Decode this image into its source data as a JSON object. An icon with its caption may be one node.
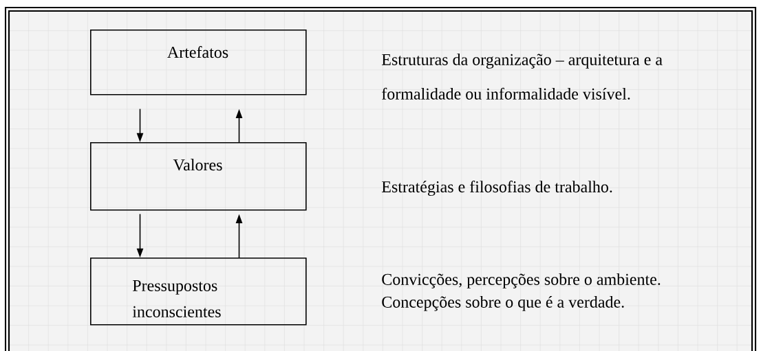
{
  "diagram": {
    "nodes": [
      {
        "text": [
          "Artefatos"
        ]
      },
      {
        "text": [
          "Valores"
        ]
      },
      {
        "text": [
          "Pressupostos inconscientes"
        ]
      }
    ],
    "edges": [
      {
        "from": 0,
        "to": 1,
        "arrow": "to"
      },
      {
        "from": 1,
        "to": 0,
        "arrow": "to"
      },
      {
        "from": 1,
        "to": 2,
        "arrow": "to"
      },
      {
        "from": 2,
        "to": 1,
        "arrow": "to"
      }
    ],
    "labels": [
      "Estruturas da organização – arquitetura e a formalidade ou informalidade visível.",
      "Estratégias e filosofias de trabalho.",
      "Convicções, percepções sobre o ambiente. Concepções sobre o que é a verdade."
    ]
  }
}
